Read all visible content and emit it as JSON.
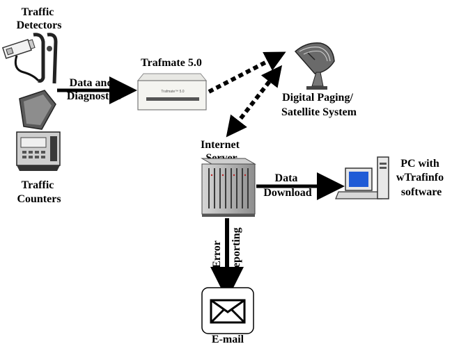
{
  "labels": {
    "traffic_detectors": [
      "Traffic",
      "Detectors"
    ],
    "traffic_counters": [
      "Traffic",
      "Counters"
    ],
    "data_and_diagnostics": [
      "Data and",
      "Diagnostics"
    ],
    "trafmate": "Trafmate 5.0",
    "trafmate_device_text": "Trafmate™ 5.0",
    "digital_paging": [
      "Digital Paging/",
      "Satellite System"
    ],
    "internet_server": [
      "Internet",
      "Server"
    ],
    "data_download": [
      "Data",
      "Download"
    ],
    "pc": [
      "PC with",
      "wTrafinfo",
      "software"
    ],
    "error_reporting": [
      "Error",
      "Reporting"
    ],
    "email": "E-mail"
  },
  "colors": {
    "arrow": "#000000",
    "pc_screen": "#1f5bd6",
    "device_body": "#f4f4f0",
    "server_body": "#a9a9a9"
  },
  "icons": {
    "detectors": "traffic-detector-icon",
    "counter": "traffic-counter-icon",
    "trafmate": "trafmate-device-icon",
    "satellite": "satellite-dish-icon",
    "server": "server-rack-icon",
    "pc": "desktop-pc-icon",
    "email": "envelope-icon"
  }
}
